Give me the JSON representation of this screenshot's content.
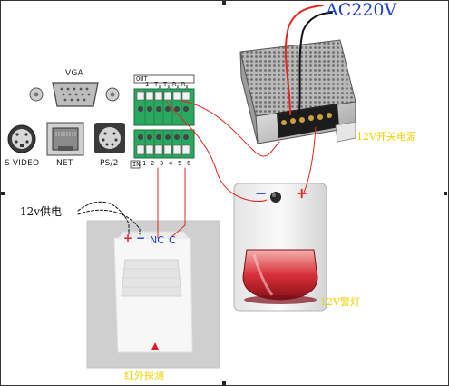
{
  "ports": {
    "vga": "VGA",
    "svideo": "S-VIDEO",
    "net": "NET",
    "ps2": "PS/2"
  },
  "terminal": {
    "out": "OUT",
    "in": "IN",
    "top_pins": [
      "1",
      "T",
      "T",
      "R",
      "R"
    ],
    "top_pins_sub": [
      "",
      "x",
      "x",
      "x",
      "x"
    ],
    "bottom_pins": [
      "1",
      "2",
      "3",
      "4",
      "5",
      "6"
    ]
  },
  "power_supply": {
    "input": "AC220V",
    "label": "12V开关电源"
  },
  "siren": {
    "minus": "−",
    "plus": "+",
    "label": "12V警灯"
  },
  "sensor": {
    "power_note": "12v供电",
    "plus": "+",
    "minus": "−",
    "nc": "NC",
    "c": "C",
    "label": "红外探测"
  },
  "colors": {
    "wire_red": "#e8241c",
    "wire_black": "#111111",
    "label_blue": "#1a3cd8",
    "label_yellow": "#f0d000",
    "terminal_green": "#2aa860",
    "siren_red": "#c8182a"
  }
}
